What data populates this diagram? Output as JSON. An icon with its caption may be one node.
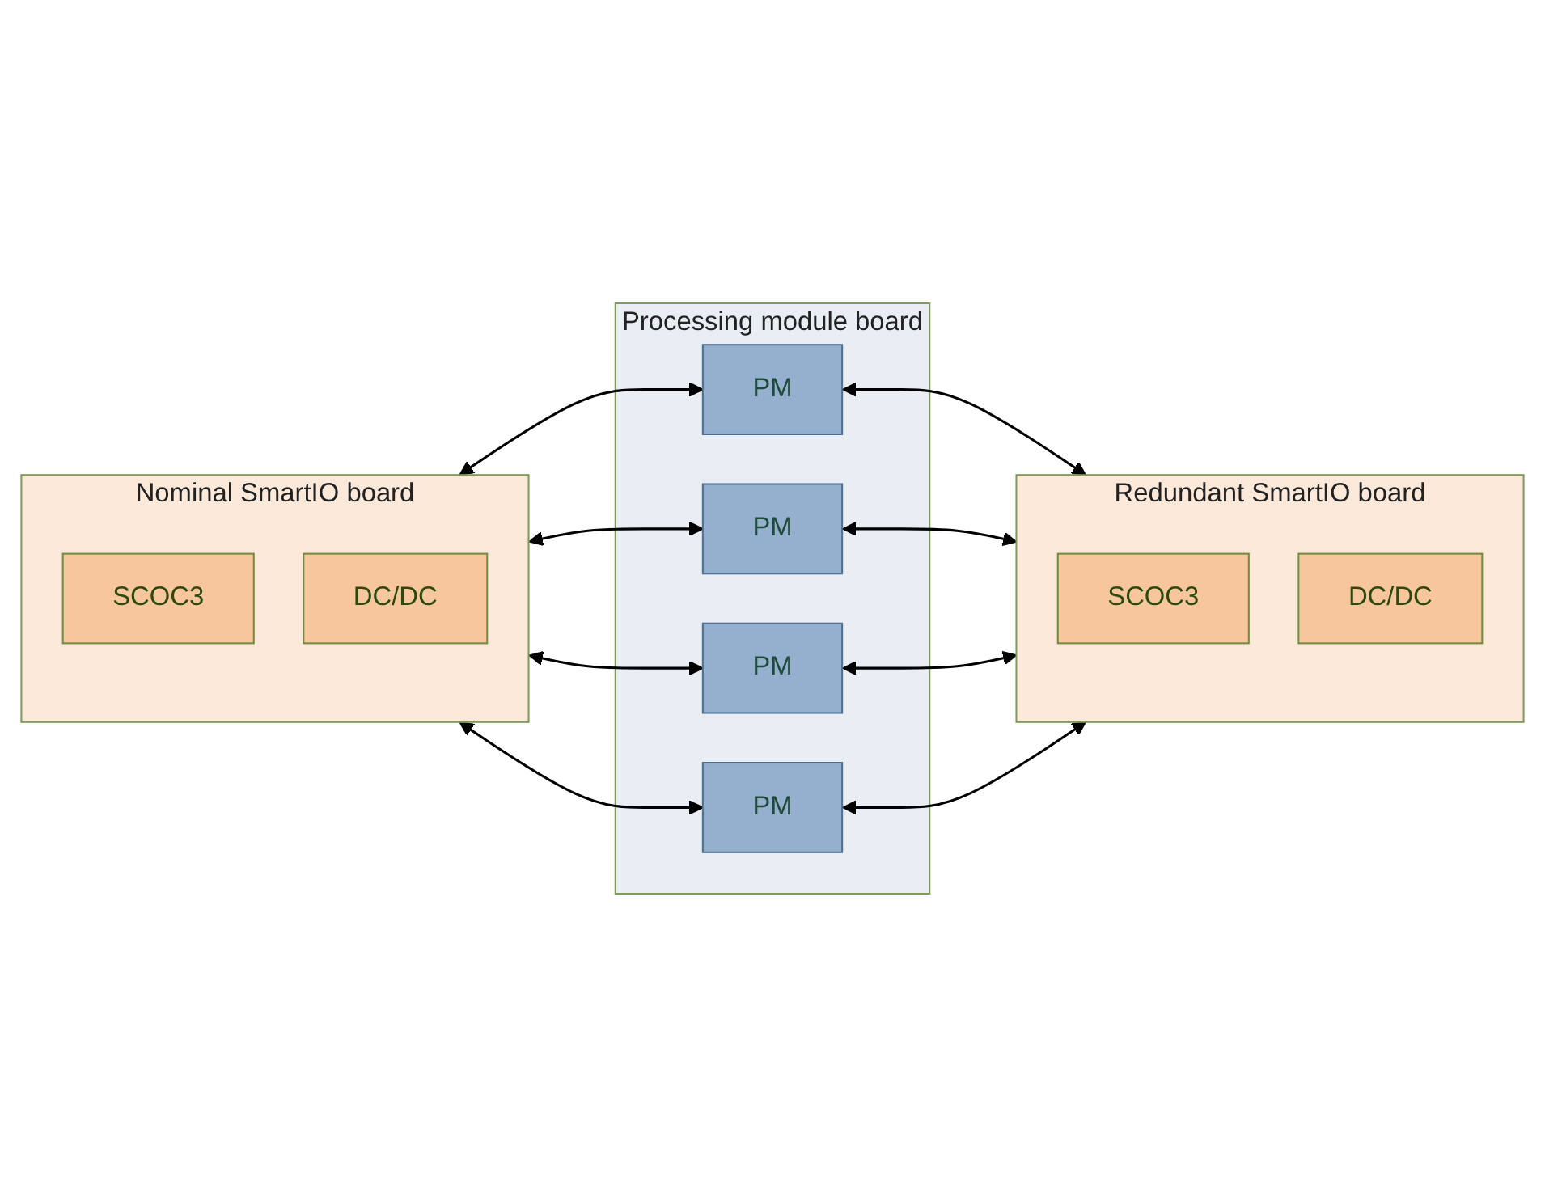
{
  "diagram": {
    "nodes": [
      {
        "text": [
          "Nominal SmartIO board"
        ]
      },
      {
        "text": [
          "SCOC3"
        ],
        "in": 0
      },
      {
        "text": [
          "DC/DC"
        ],
        "in": 0
      },
      {
        "text": [
          "Processing module board"
        ]
      },
      {
        "text": [
          "PM"
        ],
        "in": 3
      },
      {
        "text": [
          "PM"
        ],
        "in": 3
      },
      {
        "text": [
          "PM"
        ],
        "in": 3
      },
      {
        "text": [
          "PM"
        ],
        "in": 3
      },
      {
        "text": [
          "Redundant SmartIO board"
        ]
      },
      {
        "text": [
          "SCOC3"
        ],
        "in": 8
      },
      {
        "text": [
          "DC/DC"
        ],
        "in": 8
      }
    ],
    "edges": [
      {
        "from": 0,
        "to": 4,
        "arrow": "both"
      },
      {
        "from": 0,
        "to": 5,
        "arrow": "both"
      },
      {
        "from": 0,
        "to": 6,
        "arrow": "both"
      },
      {
        "from": 0,
        "to": 7,
        "arrow": "both"
      },
      {
        "from": 4,
        "to": 8,
        "arrow": "both"
      },
      {
        "from": 5,
        "to": 8,
        "arrow": "both"
      },
      {
        "from": 6,
        "to": 8,
        "arrow": "both"
      },
      {
        "from": 7,
        "to": 8,
        "arrow": "both"
      }
    ]
  }
}
